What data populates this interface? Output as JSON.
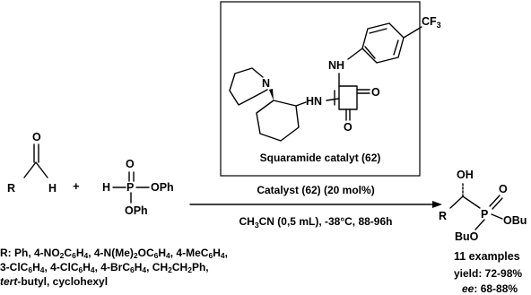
{
  "catalyst": {
    "caption": "Squaramide catalyt (62)",
    "cf3": "CF",
    "cf3_sub": "3",
    "nh_top": "NH",
    "hn_mid": "HN",
    "n_pip": "N",
    "o1": "O",
    "o2": "O"
  },
  "aldehyde": {
    "r": "R",
    "h": "H",
    "o": "O"
  },
  "plus": "+",
  "phosphite": {
    "h": "H",
    "p": "P",
    "o_top": "O",
    "oph_right": "OPh",
    "oph_bottom": "OPh"
  },
  "conditions": {
    "above": "Catalyst (62) (20 mol%)",
    "below_prefix": "CH",
    "below_sub": "3",
    "below_rest": "CN (0,5 mL), -38°C, 88-96h"
  },
  "product": {
    "oh": "OH",
    "r": "R",
    "p": "P",
    "o": "O",
    "obu_right": "OBu",
    "buo": "BuO"
  },
  "results": {
    "examples": "11 examples",
    "yield": "yield: 72-98%",
    "ee_label": "ee",
    "ee_value": ": 68-88%"
  },
  "substituents": {
    "line1": "R: Ph, 4-NO2C6H4, 4-N(Me)2OC6H4, 4-MeC6H4,",
    "line2": "3-ClC6H4, 4-ClC6H4, 4-BrC6H4, CH2CH2Ph,",
    "line3_italic": "tert",
    "line3_rest": "-butyl, cyclohexyl"
  }
}
